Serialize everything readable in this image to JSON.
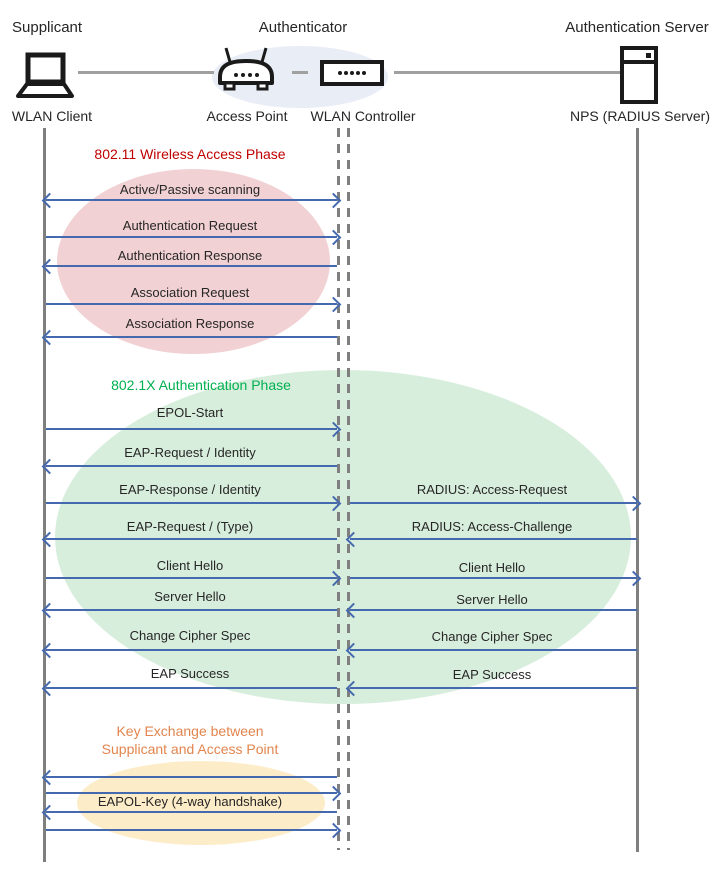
{
  "header": {
    "roles": [
      {
        "label": "Supplicant"
      },
      {
        "label": "Authenticator"
      },
      {
        "label": "Authentication Server"
      }
    ],
    "nodes": [
      {
        "label": "WLAN Client",
        "icon": "laptop-icon"
      },
      {
        "label": "Access Point",
        "icon": "access-point-icon"
      },
      {
        "label": "WLAN Controller",
        "icon": "wlan-controller-icon"
      },
      {
        "label": "NPS (RADIUS Server)",
        "icon": "server-icon"
      }
    ]
  },
  "phases": {
    "phase1": {
      "title": "802.11 Wireless Access Phase",
      "title_color": "#c00000",
      "ellipse_color": "#f1d1d3"
    },
    "phase2": {
      "title": "802.1X Authentication Phase",
      "title_color": "#00b050",
      "ellipse_color": "#d8eedd"
    },
    "phase3": {
      "title_line1": "Key Exchange between",
      "title_line2": "Supplicant and Access Point",
      "title_color": "#e2854e",
      "ellipse_color": "#fdecc8"
    }
  },
  "messages": {
    "client_controller": [
      {
        "label": "Active/Passive scanning",
        "direction": "both"
      },
      {
        "label": "Authentication Request",
        "direction": "right"
      },
      {
        "label": "Authentication Response",
        "direction": "left"
      },
      {
        "label": "Association Request",
        "direction": "right"
      },
      {
        "label": "Association Response",
        "direction": "left"
      },
      {
        "label": "EPOL-Start",
        "direction": "right"
      },
      {
        "label": "EAP-Request / Identity",
        "direction": "left"
      },
      {
        "label": "EAP-Response / Identity",
        "direction": "right"
      },
      {
        "label": "EAP-Request / (Type)",
        "direction": "left"
      },
      {
        "label": "Client Hello",
        "direction": "right"
      },
      {
        "label": "Server Hello",
        "direction": "left"
      },
      {
        "label": "Change Cipher Spec",
        "direction": "left"
      },
      {
        "label": "EAP Success",
        "direction": "left"
      }
    ],
    "controller_server": [
      {
        "label": "RADIUS: Access-Request",
        "direction": "right"
      },
      {
        "label": "RADIUS: Access-Challenge",
        "direction": "left"
      },
      {
        "label": "Client Hello",
        "direction": "right"
      },
      {
        "label": "Server Hello",
        "direction": "left"
      },
      {
        "label": "Change Cipher Spec",
        "direction": "left"
      },
      {
        "label": "EAP Success",
        "direction": "left"
      }
    ],
    "key_exchange": {
      "label": "EAPOL-Key (4-way handshake)",
      "arrow_directions": [
        "left",
        "right",
        "left",
        "right"
      ]
    }
  },
  "colors": {
    "arrow_blue": "#4569ae",
    "lifeline_gray": "#7f7f7f",
    "authenticator_ellipse": "#e9edf6"
  }
}
